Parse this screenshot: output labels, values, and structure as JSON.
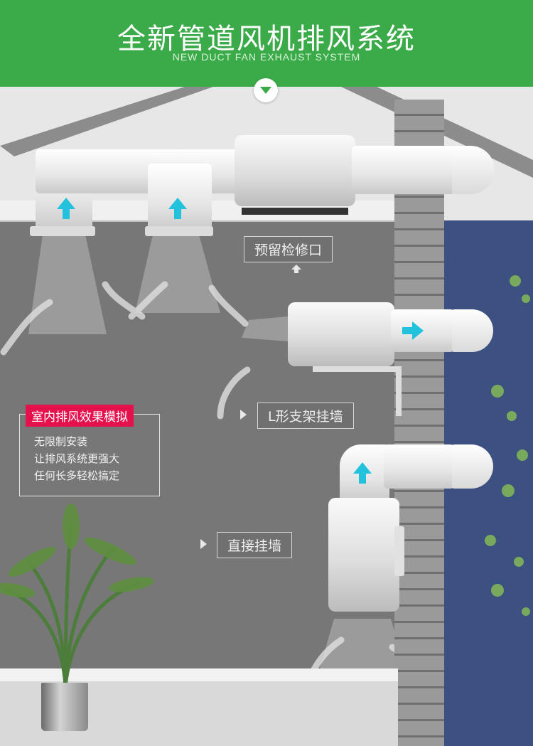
{
  "header": {
    "title": "全新管道风机排风系统",
    "subtitle": "NEW DUCT FAN EXHAUST SYSTEM"
  },
  "labels": {
    "reserved_access": "预留检修口",
    "l_bracket": "L形支架挂墙",
    "direct_wall": "直接挂墙"
  },
  "info": {
    "title": "室内排风效果模拟",
    "lines": [
      "无限制安装",
      "让排风系统更强大",
      "任何长多轻松搞定"
    ]
  },
  "colors": {
    "header_green": "#3aab48",
    "airflow_arrow": "#22c2dd",
    "info_red": "#e5114d",
    "sky_blue": "#3c5081"
  }
}
